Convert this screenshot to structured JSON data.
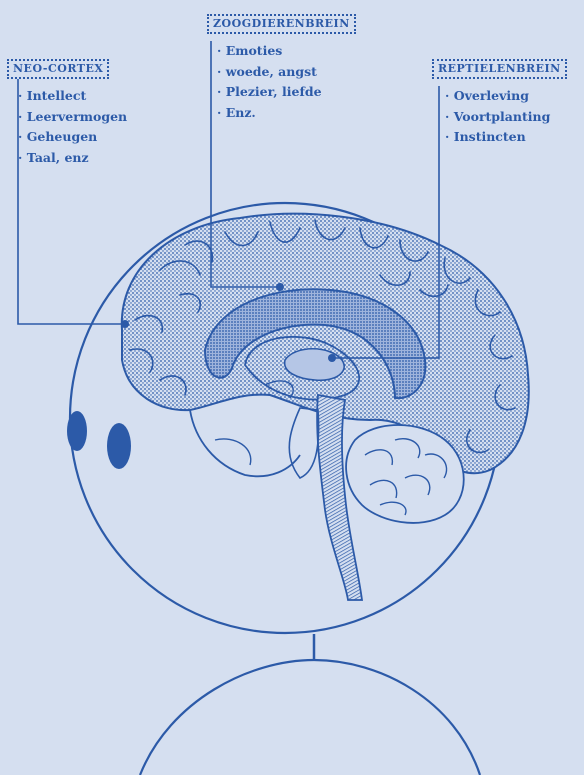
{
  "colors": {
    "background": "#d5dff0",
    "ink": "#2c5aa8",
    "fill": "#8fa8d6"
  },
  "labels": {
    "neo_cortex": {
      "title": "NEO-CORTEX",
      "items": [
        "Intellect",
        "Leervermogen",
        "Geheugen",
        "Taal, enz"
      ]
    },
    "zoogdierenbrein": {
      "title": "ZOOGDIERENBREIN",
      "items": [
        "Emoties",
        "woede, angst",
        "Plezier, liefde",
        "Enz."
      ]
    },
    "reptielenbrein": {
      "title": "REPTIELENBREIN",
      "items": [
        "Overleving",
        "Voortplanting",
        "Instincten"
      ]
    }
  }
}
